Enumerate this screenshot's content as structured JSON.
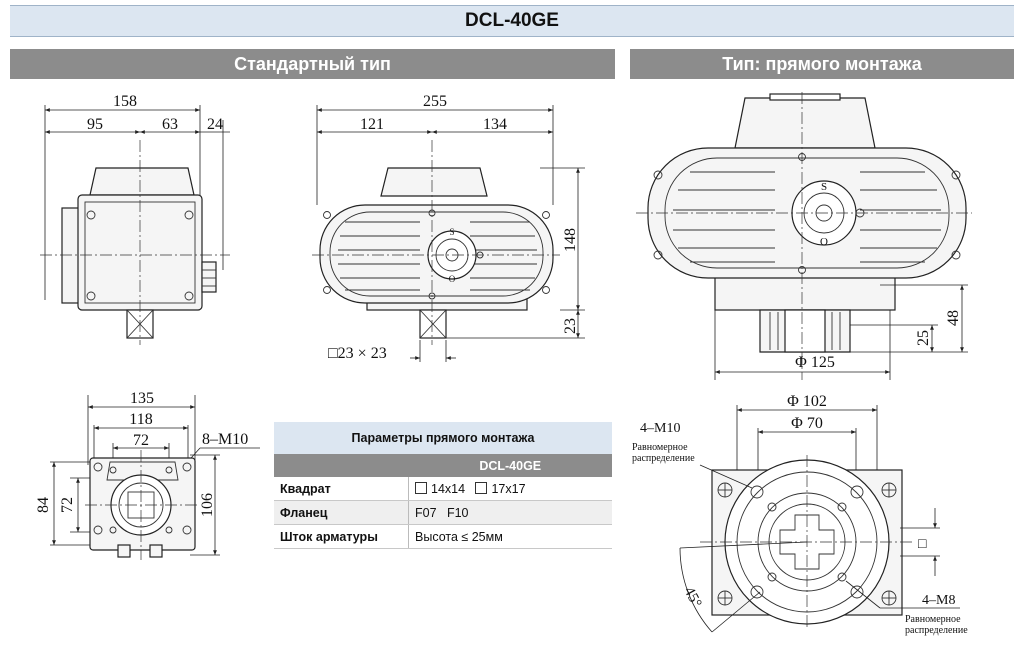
{
  "model": "DCL-40GE",
  "sections": {
    "standard": "Стандартный тип",
    "direct": "Тип: прямого монтажа"
  },
  "dims": {
    "v1_158": "158",
    "v1_95": "95",
    "v1_63": "63",
    "v1_24": "24",
    "v2_255": "255",
    "v2_121": "121",
    "v2_134": "134",
    "v2_148": "148",
    "v2_23": "23",
    "v2_square": "□23 × 23",
    "v3_135": "135",
    "v3_118": "118",
    "v3_72": "72",
    "v3_8m10": "8–M10",
    "v3_84": "84",
    "v3_72v": "72",
    "v3_106": "106",
    "v4_48": "48",
    "v4_25": "25",
    "v4_phi125": "Φ 125",
    "v5_phi102": "Φ 102",
    "v5_phi70": "Φ 70",
    "v5_4m10": "4–M10",
    "v5_even1": "Равномерное распределение",
    "v5_4m8": "4–M8",
    "v5_even2": "Равномерное распределение",
    "v5_45": "45°",
    "v5_square": "□",
    "knob_s": "S",
    "knob_o": "O"
  },
  "table": {
    "title": "Параметры прямого монтажа",
    "column": "DCL-40GE",
    "rows": [
      {
        "key": "Квадрат",
        "opt1": "14x14",
        "opt2": "17x17"
      },
      {
        "key": "Фланец",
        "value": "F07   F10"
      },
      {
        "key": "Шток арматуры",
        "value": "Высота ≤ 25мм"
      }
    ]
  }
}
